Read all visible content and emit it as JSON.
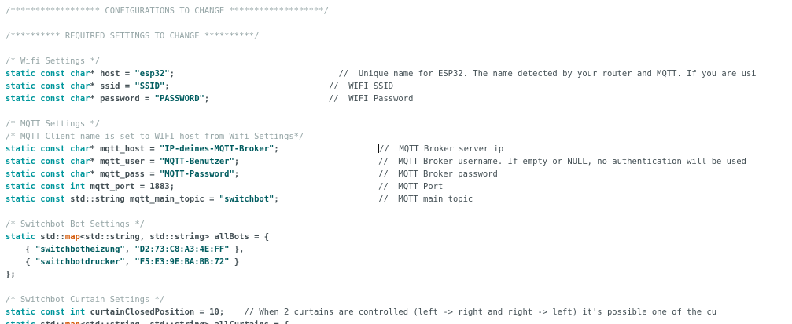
{
  "editor": {
    "background": "#ffffff",
    "colors": {
      "keyword": "#00979C",
      "string": "#005C5F",
      "function": "#D35400",
      "plain": "#434F54",
      "line_comment": "#434F54",
      "block_comment": "#95A5A6",
      "caret": "#111111"
    },
    "lines": [
      {
        "segments": [
          {
            "c": "c2",
            "t": "/****************** CONFIGURATIONS TO CHANGE *******************/"
          }
        ]
      },
      {
        "segments": []
      },
      {
        "segments": [
          {
            "c": "c2",
            "t": "/********** REQUIRED SETTINGS TO CHANGE **********/"
          }
        ]
      },
      {
        "segments": []
      },
      {
        "segments": [
          {
            "c": "c2",
            "t": "/* Wifi Settings */"
          }
        ]
      },
      {
        "segments": [
          {
            "c": "kw",
            "t": "static const char"
          },
          {
            "c": "pl",
            "t": "* host = "
          },
          {
            "c": "st",
            "t": "\"esp32\""
          },
          {
            "c": "pl",
            "t": ";"
          },
          {
            "c": "pad",
            "n": 33
          },
          {
            "c": "c1",
            "t": "//  Unique name for ESP32. The name detected by your router and MQTT. If you are usi"
          }
        ]
      },
      {
        "segments": [
          {
            "c": "kw",
            "t": "static const char"
          },
          {
            "c": "pl",
            "t": "* ssid = "
          },
          {
            "c": "st",
            "t": "\"SSID\""
          },
          {
            "c": "pl",
            "t": ";"
          },
          {
            "c": "pad",
            "n": 32
          },
          {
            "c": "c1",
            "t": "//  WIFI SSID"
          }
        ]
      },
      {
        "segments": [
          {
            "c": "kw",
            "t": "static const char"
          },
          {
            "c": "pl",
            "t": "* password = "
          },
          {
            "c": "st",
            "t": "\"PASSWORD\""
          },
          {
            "c": "pl",
            "t": ";"
          },
          {
            "c": "pad",
            "n": 24
          },
          {
            "c": "c1",
            "t": "//  WIFI Password"
          }
        ]
      },
      {
        "segments": []
      },
      {
        "segments": [
          {
            "c": "c2",
            "t": "/* MQTT Settings */"
          }
        ]
      },
      {
        "segments": [
          {
            "c": "c2",
            "t": "/* MQTT Client name is set to WIFI host from Wifi Settings*/"
          }
        ]
      },
      {
        "segments": [
          {
            "c": "kw",
            "t": "static const char"
          },
          {
            "c": "pl",
            "t": "* mqtt_host = "
          },
          {
            "c": "st",
            "t": "\"IP-deines-MQTT-Broker\""
          },
          {
            "c": "pl",
            "t": ";"
          },
          {
            "c": "pad",
            "n": 20
          },
          {
            "c": "caret"
          },
          {
            "c": "c1",
            "t": "//  MQTT Broker server ip"
          }
        ]
      },
      {
        "segments": [
          {
            "c": "kw",
            "t": "static const char"
          },
          {
            "c": "pl",
            "t": "* mqtt_user = "
          },
          {
            "c": "st",
            "t": "\"MQTT-Benutzer\""
          },
          {
            "c": "pl",
            "t": ";"
          },
          {
            "c": "pad",
            "n": 28
          },
          {
            "c": "c1",
            "t": "//  MQTT Broker username. If empty or NULL, no authentication will be used"
          }
        ]
      },
      {
        "segments": [
          {
            "c": "kw",
            "t": "static const char"
          },
          {
            "c": "pl",
            "t": "* mqtt_pass = "
          },
          {
            "c": "st",
            "t": "\"MQTT-Password\""
          },
          {
            "c": "pl",
            "t": ";"
          },
          {
            "c": "pad",
            "n": 28
          },
          {
            "c": "c1",
            "t": "//  MQTT Broker password"
          }
        ]
      },
      {
        "segments": [
          {
            "c": "kw",
            "t": "static const int"
          },
          {
            "c": "pl",
            "t": " mqtt_port = 1883;"
          },
          {
            "c": "pad",
            "n": 41
          },
          {
            "c": "c1",
            "t": "//  MQTT Port"
          }
        ]
      },
      {
        "segments": [
          {
            "c": "kw",
            "t": "static const"
          },
          {
            "c": "pl",
            "t": " std::string mqtt_main_topic = "
          },
          {
            "c": "st",
            "t": "\"switchbot\""
          },
          {
            "c": "pl",
            "t": ";"
          },
          {
            "c": "pad",
            "n": 20
          },
          {
            "c": "c1",
            "t": "//  MQTT main topic"
          }
        ]
      },
      {
        "segments": []
      },
      {
        "segments": [
          {
            "c": "c2",
            "t": "/* Switchbot Bot Settings */"
          }
        ]
      },
      {
        "segments": [
          {
            "c": "kw",
            "t": "static"
          },
          {
            "c": "pl",
            "t": " std::"
          },
          {
            "c": "fn",
            "t": "map"
          },
          {
            "c": "pl",
            "t": "<std::string, std::string> allBots = {"
          }
        ]
      },
      {
        "segments": [
          {
            "c": "pl",
            "t": "    { "
          },
          {
            "c": "st",
            "t": "\"switchbotheizung\""
          },
          {
            "c": "pl",
            "t": ", "
          },
          {
            "c": "st",
            "t": "\"D2:73:C8:A3:4E:FF\""
          },
          {
            "c": "pl",
            "t": " },"
          }
        ]
      },
      {
        "segments": [
          {
            "c": "pl",
            "t": "    { "
          },
          {
            "c": "st",
            "t": "\"switchbotdrucker\""
          },
          {
            "c": "pl",
            "t": ", "
          },
          {
            "c": "st",
            "t": "\"F5:E3:9E:BA:BB:72\""
          },
          {
            "c": "pl",
            "t": " }"
          }
        ]
      },
      {
        "segments": [
          {
            "c": "pl",
            "t": "};"
          }
        ]
      },
      {
        "segments": []
      },
      {
        "segments": [
          {
            "c": "c2",
            "t": "/* Switchbot Curtain Settings */"
          }
        ]
      },
      {
        "segments": [
          {
            "c": "kw",
            "t": "static const int"
          },
          {
            "c": "pl",
            "t": " curtainClosedPosition = 10;"
          },
          {
            "c": "pad",
            "n": 4
          },
          {
            "c": "c1",
            "t": "// When 2 curtains are controlled (left -> right and right -> left) it's possible one of the cu"
          }
        ]
      },
      {
        "segments": [
          {
            "c": "kw",
            "t": "static"
          },
          {
            "c": "pl",
            "t": " std::"
          },
          {
            "c": "fn",
            "t": "map"
          },
          {
            "c": "pl",
            "t": "<std::string, std::string> allCurtains = {"
          }
        ]
      }
    ]
  }
}
